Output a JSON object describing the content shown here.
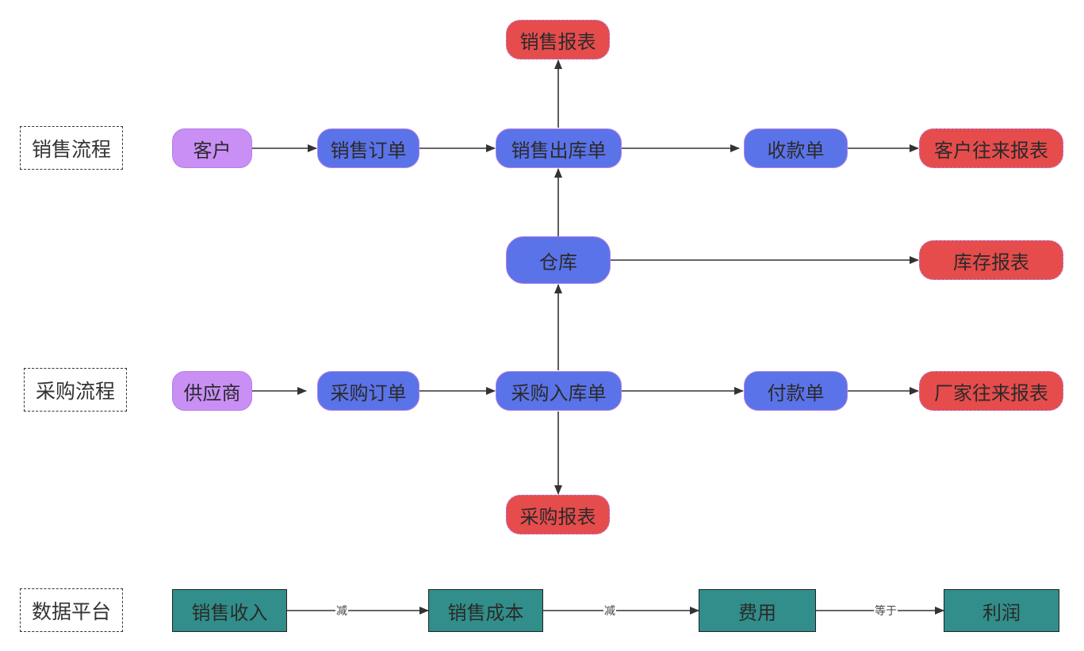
{
  "lanes": {
    "sales": "销售流程",
    "purchase": "采购流程",
    "data": "数据平台"
  },
  "nodes": {
    "customer": "客户",
    "sales_order": "销售订单",
    "sales_outbound": "销售出库单",
    "receipt": "收款单",
    "customer_report": "客户往来报表",
    "sales_report": "销售报表",
    "warehouse": "仓库",
    "inventory_report": "库存报表",
    "supplier": "供应商",
    "purchase_order": "采购订单",
    "purchase_inbound": "采购入库单",
    "payment": "付款单",
    "vendor_report": "厂家往来报表",
    "purchase_report": "采购报表",
    "sales_revenue": "销售收入",
    "sales_cost": "销售成本",
    "expenses": "费用",
    "profit": "利润"
  },
  "edge_labels": {
    "minus1": "减",
    "minus2": "减",
    "equals": "等于"
  },
  "colors": {
    "source": "#c98ff5",
    "process": "#5b73e8",
    "report": "#e64c4c",
    "finance": "#318e8a",
    "node_border": "#b57fe6"
  }
}
